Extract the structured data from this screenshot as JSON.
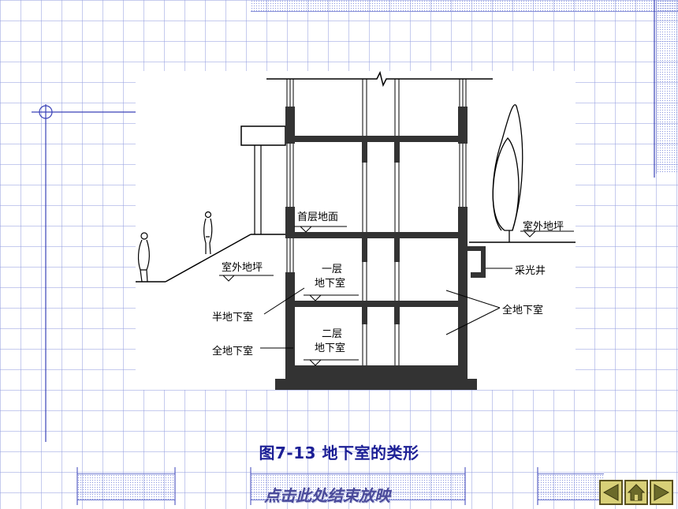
{
  "diagram": {
    "labels": {
      "first_floor_ground": "首层地面",
      "outdoor_ground_right": "室外地坪",
      "outdoor_ground_left": "室外地坪",
      "light_well": "采光井",
      "basement_1_line1": "一层",
      "basement_1_line2": "地下室",
      "basement_2_line1": "二层",
      "basement_2_line2": "地下室",
      "semi_basement": "半地下室",
      "full_basement_left": "全地下室",
      "full_basement_right": "全地下室"
    }
  },
  "caption": "图7-13  地下室的类形",
  "footer": {
    "end_show_label": "点击此处结束放映"
  },
  "nav": {
    "icons": [
      "back-arrow-icon",
      "home-icon",
      "forward-arrow-icon"
    ]
  },
  "colors": {
    "caption": "#1d2096",
    "grid": "#96a0e1",
    "nav_button": "#d8d078"
  }
}
